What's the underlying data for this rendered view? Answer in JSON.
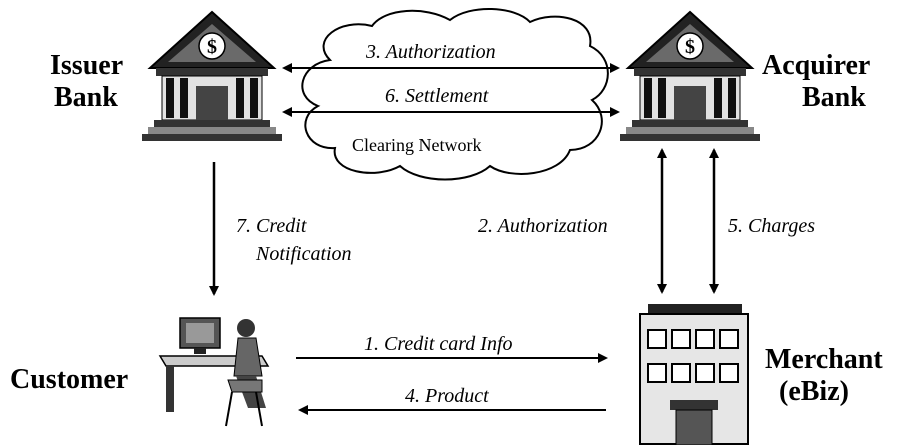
{
  "entities": {
    "issuer_bank": [
      "Issuer",
      "Bank"
    ],
    "acquirer_bank": [
      "Acquirer",
      "Bank"
    ],
    "customer": "Customer",
    "merchant": [
      "Merchant",
      "(eBiz)"
    ]
  },
  "bank_sign": "$",
  "network": "Clearing Network",
  "flows": {
    "f1": "1. Credit card Info",
    "f2": "2. Authorization",
    "f3": "3. Authorization",
    "f4": "4. Product",
    "f5": "5. Charges",
    "f6": "6. Settlement",
    "f7": [
      "7. Credit",
      "Notification"
    ]
  }
}
